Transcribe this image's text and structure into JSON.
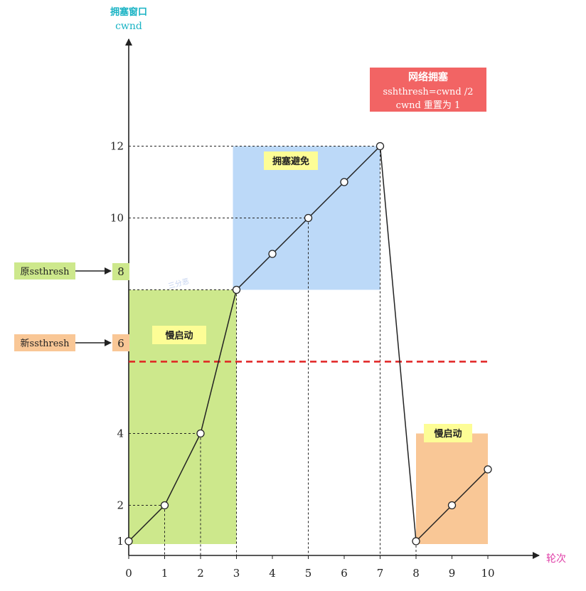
{
  "y_axis": {
    "title_cn": "拥塞窗口",
    "title_en": "cwnd",
    "title_color": "#19b3c4"
  },
  "x_axis": {
    "title": "轮次",
    "title_color": "#e040a8"
  },
  "annotations": {
    "congestion": {
      "title": "网络拥塞",
      "line1": "sshthresh=cwnd /2",
      "line2": "cwnd 重置为 1",
      "bg": "#f26464"
    },
    "avoidance": {
      "label": "拥塞避免",
      "bg": "#bcd9f8"
    },
    "slow_start_1": {
      "label": "慢启动",
      "bg": "#cde88c"
    },
    "slow_start_2": {
      "label": "慢启动",
      "bg": "#f9c796"
    },
    "label_bg": "#fdfd96",
    "old_ssthresh": {
      "label": "原ssthresh",
      "value": "8",
      "bg": "#cde88c"
    },
    "new_ssthresh": {
      "label": "新ssthresh",
      "value": "6",
      "bg": "#f9c796",
      "line_color": "#e02020"
    },
    "watermark": "三分恶"
  },
  "chart_data": {
    "type": "line",
    "xlabel": "轮次",
    "ylabel": "拥塞窗口 cwnd",
    "x_ticks": [
      0,
      1,
      2,
      3,
      4,
      5,
      6,
      7,
      8,
      9,
      10
    ],
    "y_ticks": [
      1,
      2,
      4,
      8,
      10,
      12
    ],
    "series": [
      {
        "x": [
          0,
          1,
          2,
          3,
          4,
          5,
          6,
          7
        ],
        "y": [
          1,
          2,
          4,
          8,
          9,
          10,
          11,
          12
        ]
      },
      {
        "x": [
          7,
          8
        ],
        "y": [
          12,
          1
        ]
      },
      {
        "x": [
          8,
          9,
          10
        ],
        "y": [
          1,
          2,
          3
        ]
      }
    ],
    "guides": [
      {
        "x": 1,
        "y": 2,
        "h": true
      },
      {
        "x": 2,
        "y": 4,
        "h": true
      },
      {
        "x": 3,
        "y": 8,
        "h": true
      },
      {
        "x": 5,
        "y": 10,
        "h": true
      },
      {
        "x": 7,
        "y": 12,
        "h": true
      }
    ],
    "ssthresh_old": 8,
    "ssthresh_new": 6
  }
}
